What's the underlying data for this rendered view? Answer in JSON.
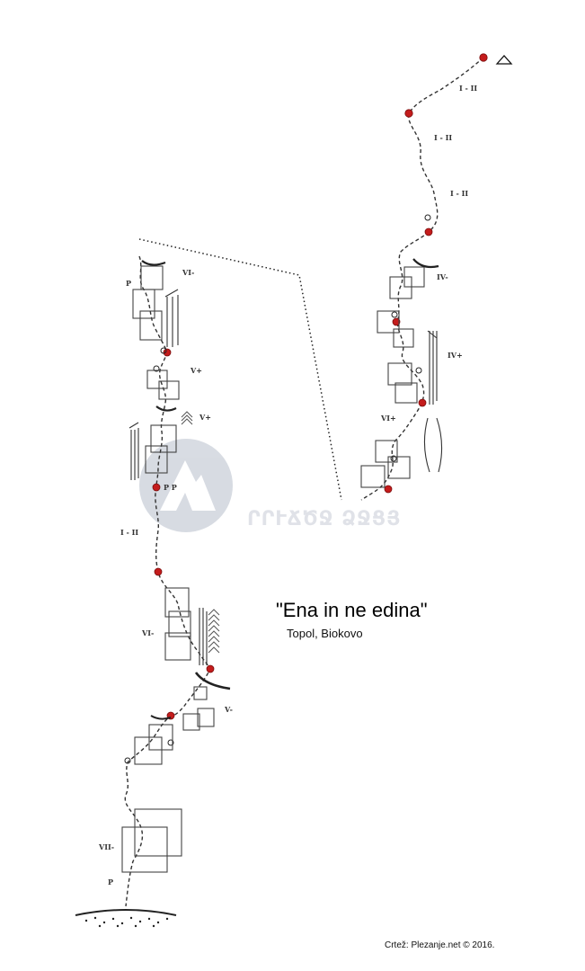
{
  "route": {
    "title": "\"Ena in ne edina\"",
    "subtitle": "Topol, Biokovo",
    "credit": "Crtež: Plezanje.net © 2016."
  },
  "right_section_grades": [
    "I - II",
    "I - II",
    "I - II",
    "IV-",
    "IV+",
    "VI+"
  ],
  "left_section_grades": [
    "VI-",
    "V+",
    "V+",
    "I - II",
    "VI-",
    "V-",
    "VII-"
  ],
  "labels": {
    "piton_top": "P",
    "pp": "P P",
    "piton_bottom": "P"
  },
  "watermark": {
    "icon": "mountain-logo-icon",
    "text": "ՐՐՒՃԾՋ ՁՋՑՅ"
  },
  "colors": {
    "belay": "#c41c1c",
    "line": "#333333",
    "watermark": "#b8bfcc"
  }
}
